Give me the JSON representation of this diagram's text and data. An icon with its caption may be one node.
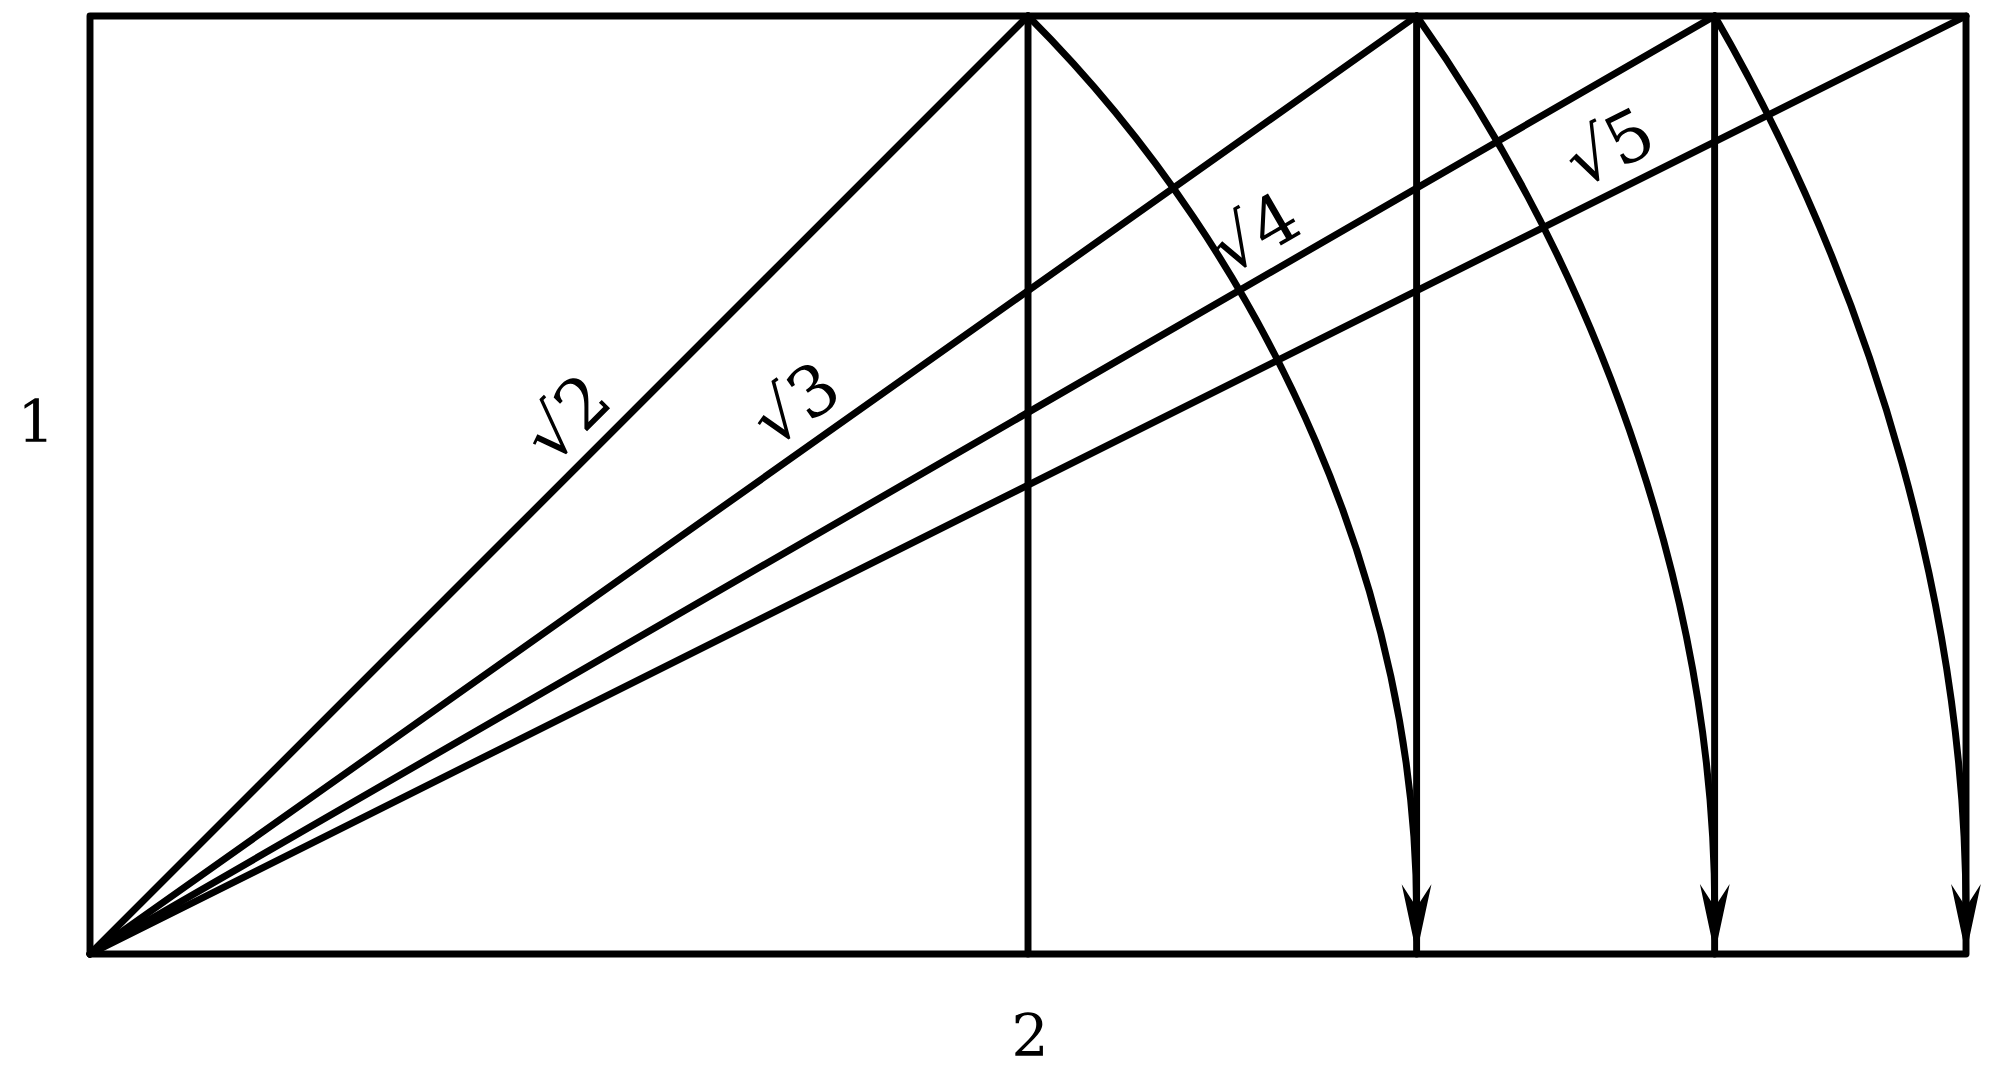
{
  "diagram": {
    "labels": [
      "√2",
      "√3",
      "√4",
      "√5",
      "1",
      "2"
    ]
  }
}
